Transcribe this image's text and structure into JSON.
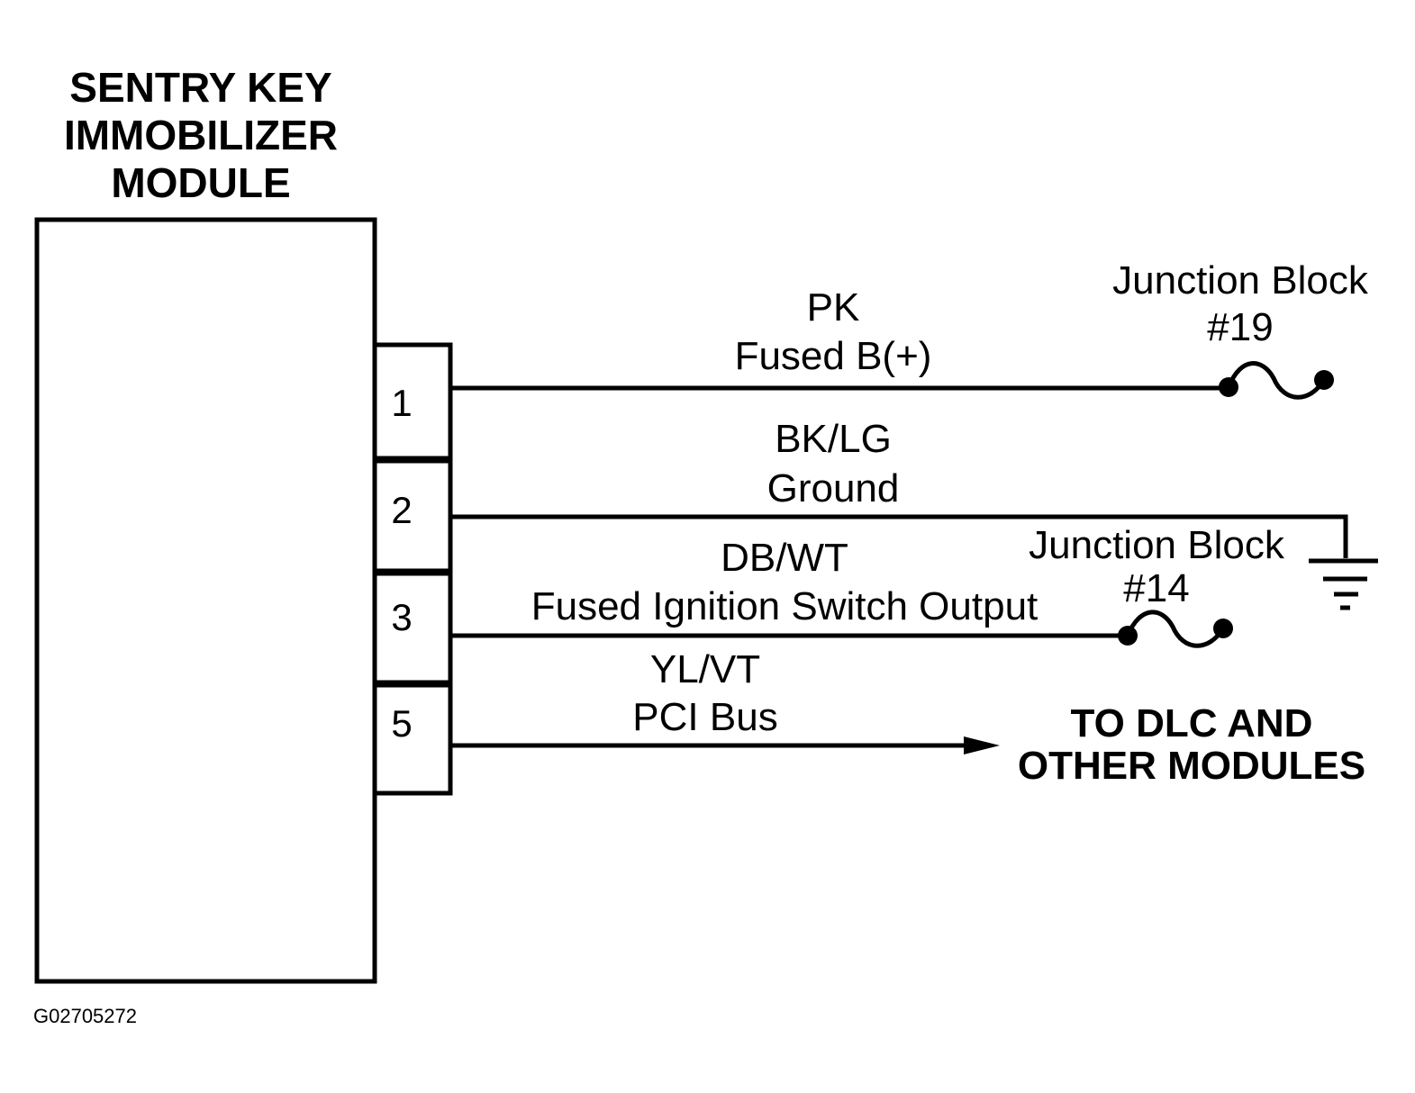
{
  "module": {
    "title_lines": [
      "SENTRY KEY",
      "IMMOBILIZER",
      "MODULE"
    ]
  },
  "pins": [
    "1",
    "2",
    "3",
    "5"
  ],
  "wires": [
    {
      "pin": "1",
      "color_code": "PK",
      "description": "Fused B(+)"
    },
    {
      "pin": "2",
      "color_code": "BK/LG",
      "description": "Ground"
    },
    {
      "pin": "3",
      "color_code": "DB/WT",
      "description": "Fused Ignition Switch Output"
    },
    {
      "pin": "5",
      "color_code": "YL/VT",
      "description": "PCI Bus"
    }
  ],
  "junction_blocks": [
    {
      "name": "Junction Block",
      "number": "#19"
    },
    {
      "name": "Junction Block",
      "number": "#14"
    }
  ],
  "destination": {
    "lines": [
      "TO DLC AND",
      "OTHER MODULES"
    ]
  },
  "figure_id": "G02705272",
  "colors": {
    "ink": "#000000",
    "background": "#ffffff"
  }
}
